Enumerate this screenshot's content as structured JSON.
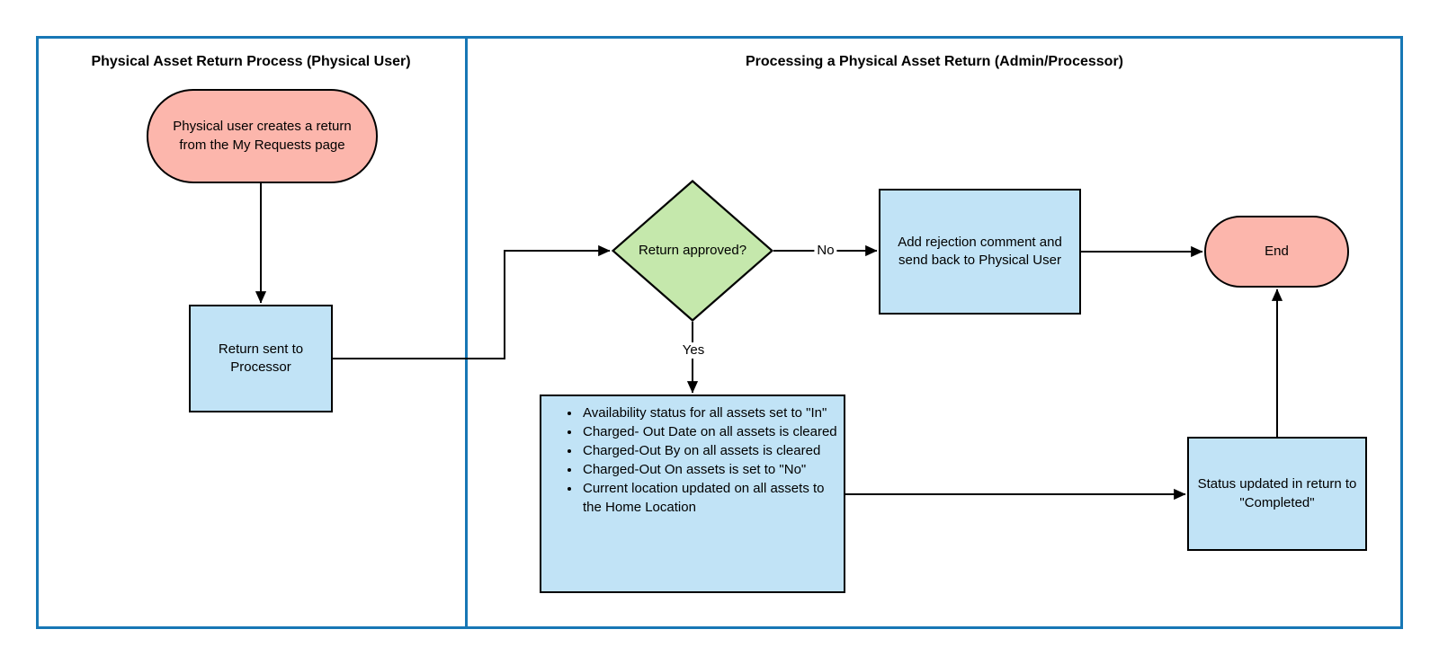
{
  "colors": {
    "frame-blue": "#1777B5",
    "pink-fill": "#FCB6AC",
    "blue-fill": "#C1E3F6",
    "green-fill": "#C5E8AC",
    "shape-stroke": "#000000",
    "canvas": "#FFFFFF"
  },
  "lanes": {
    "left": {
      "title": "Physical Asset Return Process (Physical User)"
    },
    "right": {
      "title": "Processing a Physical Asset Return (Admin/Processor)"
    }
  },
  "nodes": {
    "start": {
      "type": "terminator",
      "label": "Physical user creates a return from the My Requests page"
    },
    "return_sent": {
      "type": "process",
      "label": "Return sent to Processor"
    },
    "decision": {
      "type": "decision",
      "label": "Return approved?"
    },
    "reject": {
      "type": "process",
      "label": "Add rejection comment and send back to Physical User"
    },
    "end": {
      "type": "terminator",
      "label": "End"
    },
    "update_assets": {
      "type": "process",
      "items": [
        "Availability status for all assets set to \"In\"",
        "Charged- Out Date on all assets is cleared",
        "Charged-Out By on all assets is cleared",
        "Charged-Out On assets  is set to \"No\"",
        "Current location updated on all assets to the Home Location"
      ]
    },
    "status_updated": {
      "type": "process",
      "label": "Status updated in return to \"Completed\""
    }
  },
  "edges": {
    "no_label": "No",
    "yes_label": "Yes"
  }
}
